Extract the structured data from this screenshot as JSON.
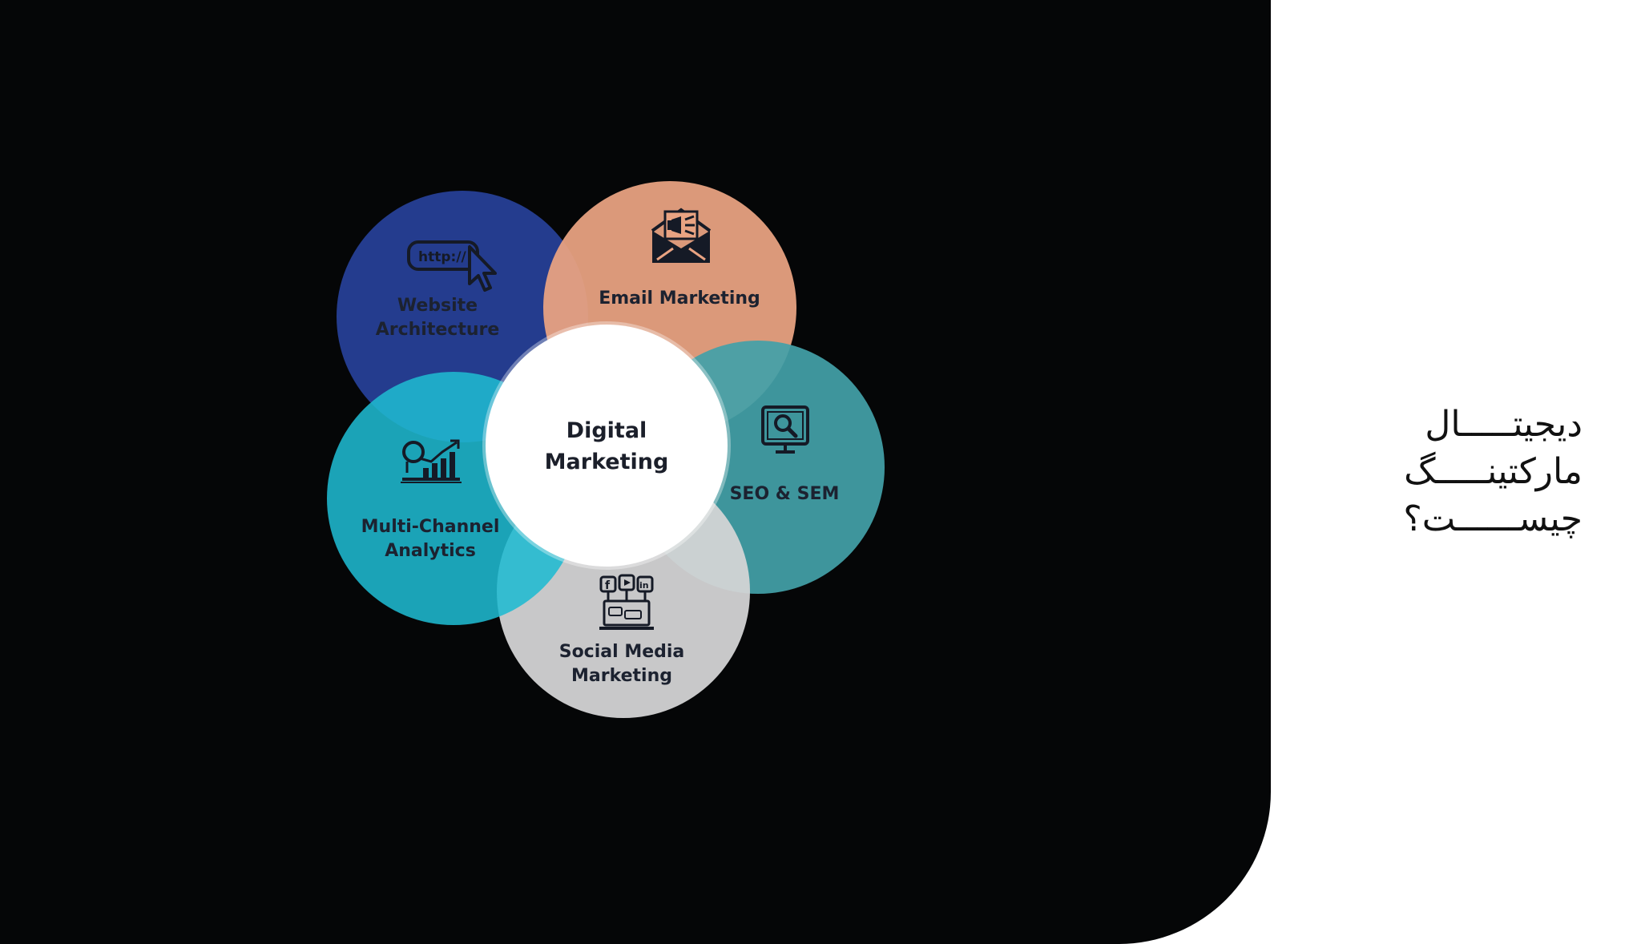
{
  "diagram": {
    "center": {
      "line1": "Digital",
      "line2": "Marketing",
      "color": "#ffffff"
    },
    "petals": [
      {
        "id": "website",
        "line1": "Website",
        "line2": "Architecture",
        "color": "#263f96",
        "icon": "browser-url-cursor-icon",
        "icon_text": "http://"
      },
      {
        "id": "email",
        "line1": "Email Marketing",
        "line2": "",
        "color": "#e9a382",
        "icon": "envelope-megaphone-icon"
      },
      {
        "id": "seo",
        "line1": "SEO & SEM",
        "line2": "",
        "color": "#43a0a8",
        "icon": "monitor-search-icon"
      },
      {
        "id": "social",
        "line1": "Social Media",
        "line2": "Marketing",
        "color": "#d4d4d6",
        "icon": "social-devices-icon",
        "icon_letters": {
          "facebook": "f",
          "linkedin": "in"
        }
      },
      {
        "id": "analytics",
        "line1": "Multi-Channel",
        "line2": "Analytics",
        "color": "#1fb9d0",
        "icon": "analytics-chart-icon"
      }
    ]
  },
  "side_title": {
    "line1": "دیجیتـــــال",
    "line2": "مارکتینـــــگ",
    "line3": "چیســــــت؟"
  }
}
